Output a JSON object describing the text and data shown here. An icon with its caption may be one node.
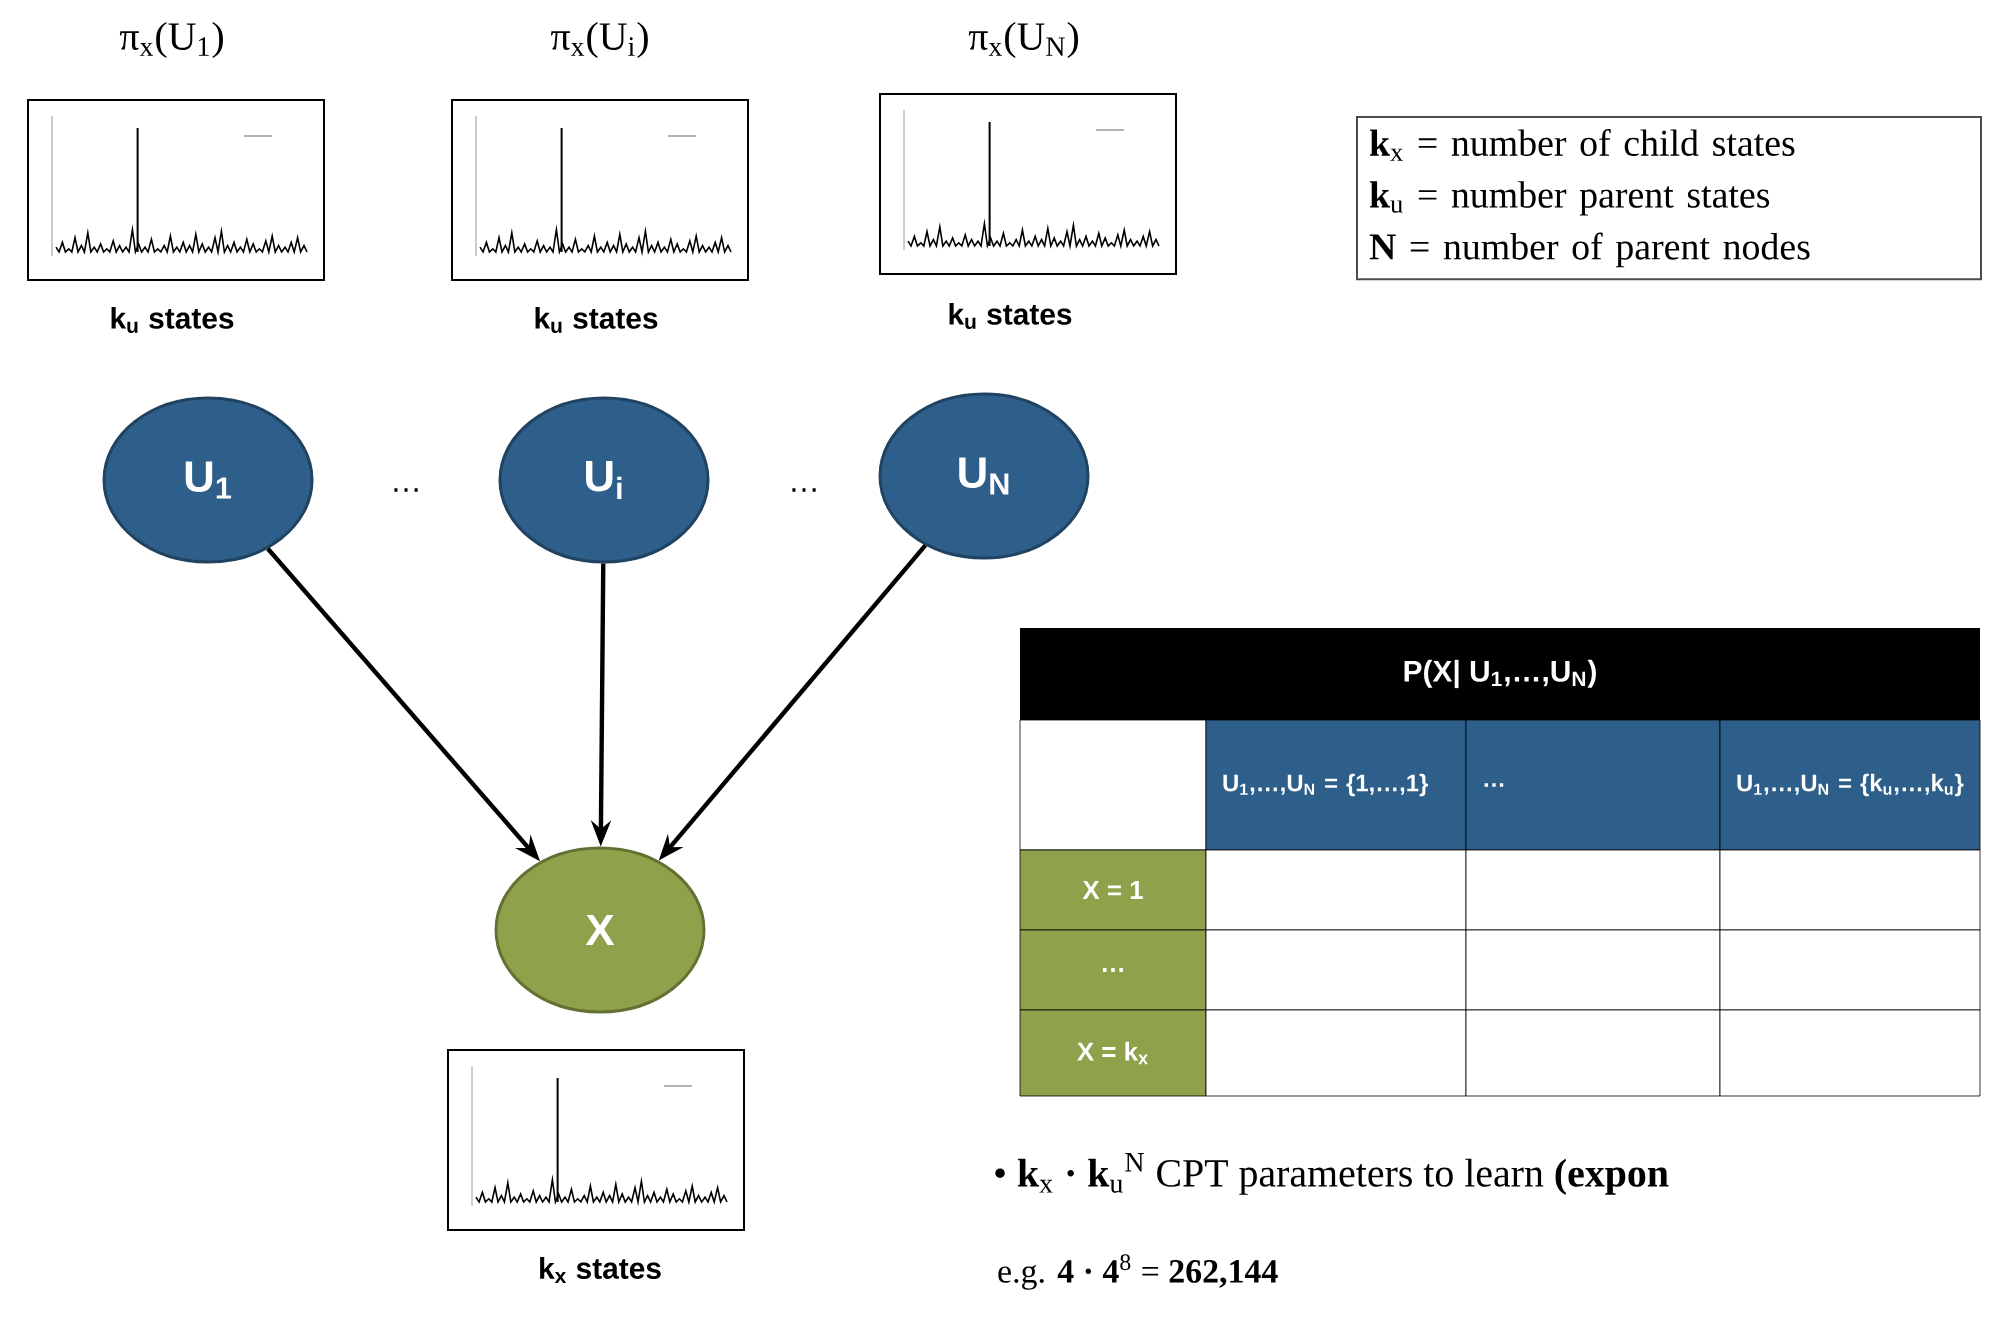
{
  "diagram": {
    "nodes": [
      {
        "text": [
          "U$_{1}$"
        ]
      },
      {
        "text": [
          "U$_{i}$"
        ]
      },
      {
        "text": [
          "U$_{N}$"
        ]
      },
      {
        "text": [
          "X"
        ]
      },
      {
        "text": [
          "**k**$_{x}$ = number of child states",
          "**k**$_{u}$ = number parent states",
          "**N** = number of parent nodes"
        ]
      }
    ],
    "edges": [
      {
        "from": 0,
        "to": 3,
        "arrow": "to"
      },
      {
        "from": 1,
        "to": 3,
        "arrow": "to"
      },
      {
        "from": 2,
        "to": 3,
        "arrow": "to"
      }
    ],
    "labels": [
      "π$_{x}$(U$_{1}$)",
      "π$_{x}$(U$_{i}$)",
      "π$_{x}$(U$_{N}$)",
      "k$_{u}$ states",
      "k$_{u}$ states",
      "k$_{u}$ states",
      "…",
      "…",
      "k$_{x}$ states",
      "P(X| U$_{1}$,…,U$_{N}$)",
      "U$_{1}$,…,U$_{N}$ = {1,…,1}",
      "…",
      "U$_{1}$,…,U$_{N}$ = {k$_{u}$,…,k$_{u}$}",
      "X = 1",
      "…",
      "X = k$_{x}$",
      "• **k**$_{x}$ **·** **k**$_{u}$$^{N}$ CPT parameters to learn **(expon**",
      "e.g. **4 · 4**$^{8}$ = **262,144**"
    ]
  }
}
